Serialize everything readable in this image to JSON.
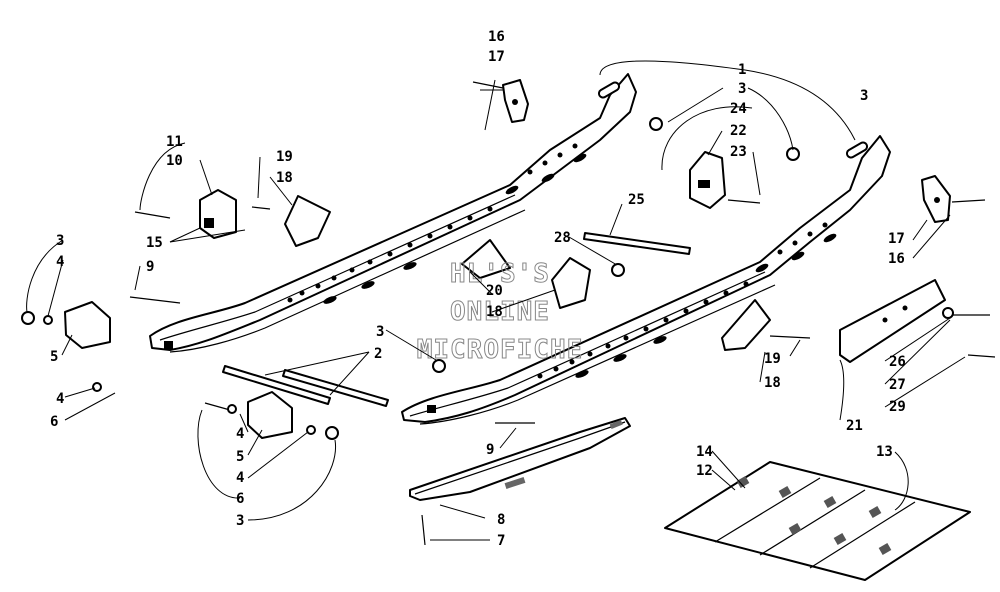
{
  "diagram": {
    "callouts": [
      {
        "id": "c1",
        "text": "1"
      },
      {
        "id": "c2",
        "text": "2"
      },
      {
        "id": "c3a",
        "text": "3"
      },
      {
        "id": "c3b",
        "text": "3"
      },
      {
        "id": "c3c",
        "text": "3"
      },
      {
        "id": "c3d",
        "text": "3"
      },
      {
        "id": "c3e",
        "text": "3"
      },
      {
        "id": "c4a",
        "text": "4"
      },
      {
        "id": "c4b",
        "text": "4"
      },
      {
        "id": "c4c",
        "text": "4"
      },
      {
        "id": "c4d",
        "text": "4"
      },
      {
        "id": "c5a",
        "text": "5"
      },
      {
        "id": "c5b",
        "text": "5"
      },
      {
        "id": "c6a",
        "text": "6"
      },
      {
        "id": "c6b",
        "text": "6"
      },
      {
        "id": "c7",
        "text": "7"
      },
      {
        "id": "c8",
        "text": "8"
      },
      {
        "id": "c9a",
        "text": "9"
      },
      {
        "id": "c9b",
        "text": "9"
      },
      {
        "id": "c10",
        "text": "10"
      },
      {
        "id": "c11",
        "text": "11"
      },
      {
        "id": "c12",
        "text": "12"
      },
      {
        "id": "c13",
        "text": "13"
      },
      {
        "id": "c14",
        "text": "14"
      },
      {
        "id": "c15",
        "text": "15"
      },
      {
        "id": "c16a",
        "text": "16"
      },
      {
        "id": "c16b",
        "text": "16"
      },
      {
        "id": "c17a",
        "text": "17"
      },
      {
        "id": "c17b",
        "text": "17"
      },
      {
        "id": "c18a",
        "text": "18"
      },
      {
        "id": "c18b",
        "text": "18"
      },
      {
        "id": "c18c",
        "text": "18"
      },
      {
        "id": "c19a",
        "text": "19"
      },
      {
        "id": "c19b",
        "text": "19"
      },
      {
        "id": "c20",
        "text": "20"
      },
      {
        "id": "c21",
        "text": "21"
      },
      {
        "id": "c22",
        "text": "22"
      },
      {
        "id": "c23",
        "text": "23"
      },
      {
        "id": "c24",
        "text": "24"
      },
      {
        "id": "c25",
        "text": "25"
      },
      {
        "id": "c26",
        "text": "26"
      },
      {
        "id": "c27",
        "text": "27"
      },
      {
        "id": "c28",
        "text": "28"
      },
      {
        "id": "c29",
        "text": "29"
      }
    ],
    "watermark": [
      "HL'S'S",
      "ONLINE",
      "MICROFICHE"
    ]
  }
}
